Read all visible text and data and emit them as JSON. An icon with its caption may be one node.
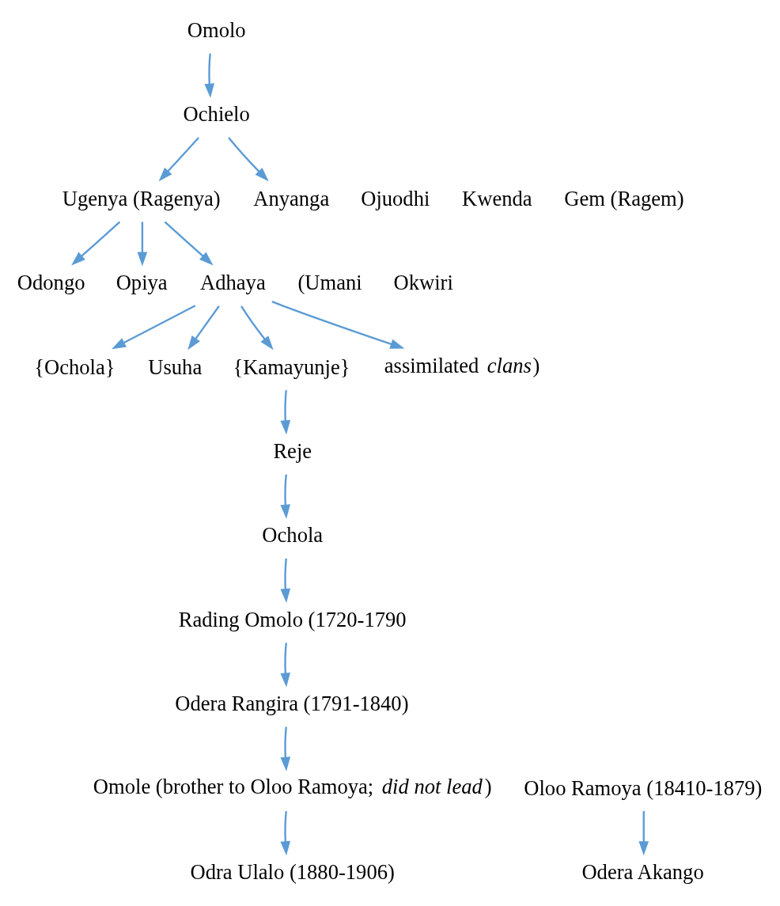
{
  "diagram": {
    "nodes": [
      {
        "text": [
          "Omolo"
        ]
      },
      {
        "text": [
          "Ochielo"
        ]
      },
      {
        "text": [
          "Gem (Ragem)"
        ]
      },
      {
        "text": [
          "Ugenya (Ragenya)"
        ]
      },
      {
        "text": [
          "Anyanga"
        ]
      },
      {
        "text": [
          "Ojuodhi"
        ]
      },
      {
        "text": [
          "Kwenda"
        ]
      },
      {
        "text": [
          "Okwiri"
        ]
      },
      {
        "text": [
          "Odongo"
        ]
      },
      {
        "text": [
          "Adhaya"
        ]
      },
      {
        "text": [
          "Opiya"
        ]
      },
      {
        "text": [
          "(Umani"
        ]
      },
      {
        "text": [
          "{Ochola}"
        ]
      },
      {
        "text": [
          "Usuha"
        ]
      },
      {
        "text": [
          "{Kamayunje}"
        ]
      },
      {
        "text": [
          "assimilated *clans*)"
        ]
      },
      {
        "text": [
          "Reje"
        ]
      },
      {
        "text": [
          "Ochola"
        ]
      },
      {
        "text": [
          "Rading Omolo (1720-1790"
        ]
      },
      {
        "text": [
          "Odera Rangira (1791-1840)"
        ]
      },
      {
        "text": [
          "Oloo Ramoya (18410-1879)"
        ]
      },
      {
        "text": [
          "Omole (brother to Oloo Ramoya; *did not lead*)"
        ]
      },
      {
        "text": [
          "Odera Akango"
        ]
      },
      {
        "text": [
          "Odra Ulalo (1880-1906)"
        ]
      }
    ],
    "edges": [
      {
        "from": 0,
        "to": 1,
        "arrow": "to"
      },
      {
        "from": 1,
        "to": 3,
        "arrow": "to"
      },
      {
        "from": 1,
        "to": 4,
        "arrow": "to"
      },
      {
        "from": 3,
        "to": 8,
        "arrow": "to"
      },
      {
        "from": 3,
        "to": 9,
        "arrow": "to"
      },
      {
        "from": 3,
        "to": 10,
        "arrow": "to"
      },
      {
        "from": 9,
        "to": 12,
        "arrow": "to"
      },
      {
        "from": 9,
        "to": 13,
        "arrow": "to"
      },
      {
        "from": 9,
        "to": 14,
        "arrow": "to"
      },
      {
        "from": 9,
        "to": 15,
        "arrow": "to"
      },
      {
        "from": 14,
        "to": 16,
        "arrow": "to"
      },
      {
        "from": 16,
        "to": 17,
        "arrow": "to"
      },
      {
        "from": 17,
        "to": 18,
        "arrow": "to"
      },
      {
        "from": 18,
        "to": 19,
        "arrow": "to"
      },
      {
        "from": 19,
        "to": 21,
        "arrow": "to"
      },
      {
        "from": 20,
        "to": 22,
        "arrow": "to"
      },
      {
        "from": 21,
        "to": 23,
        "arrow": "to"
      }
    ]
  }
}
